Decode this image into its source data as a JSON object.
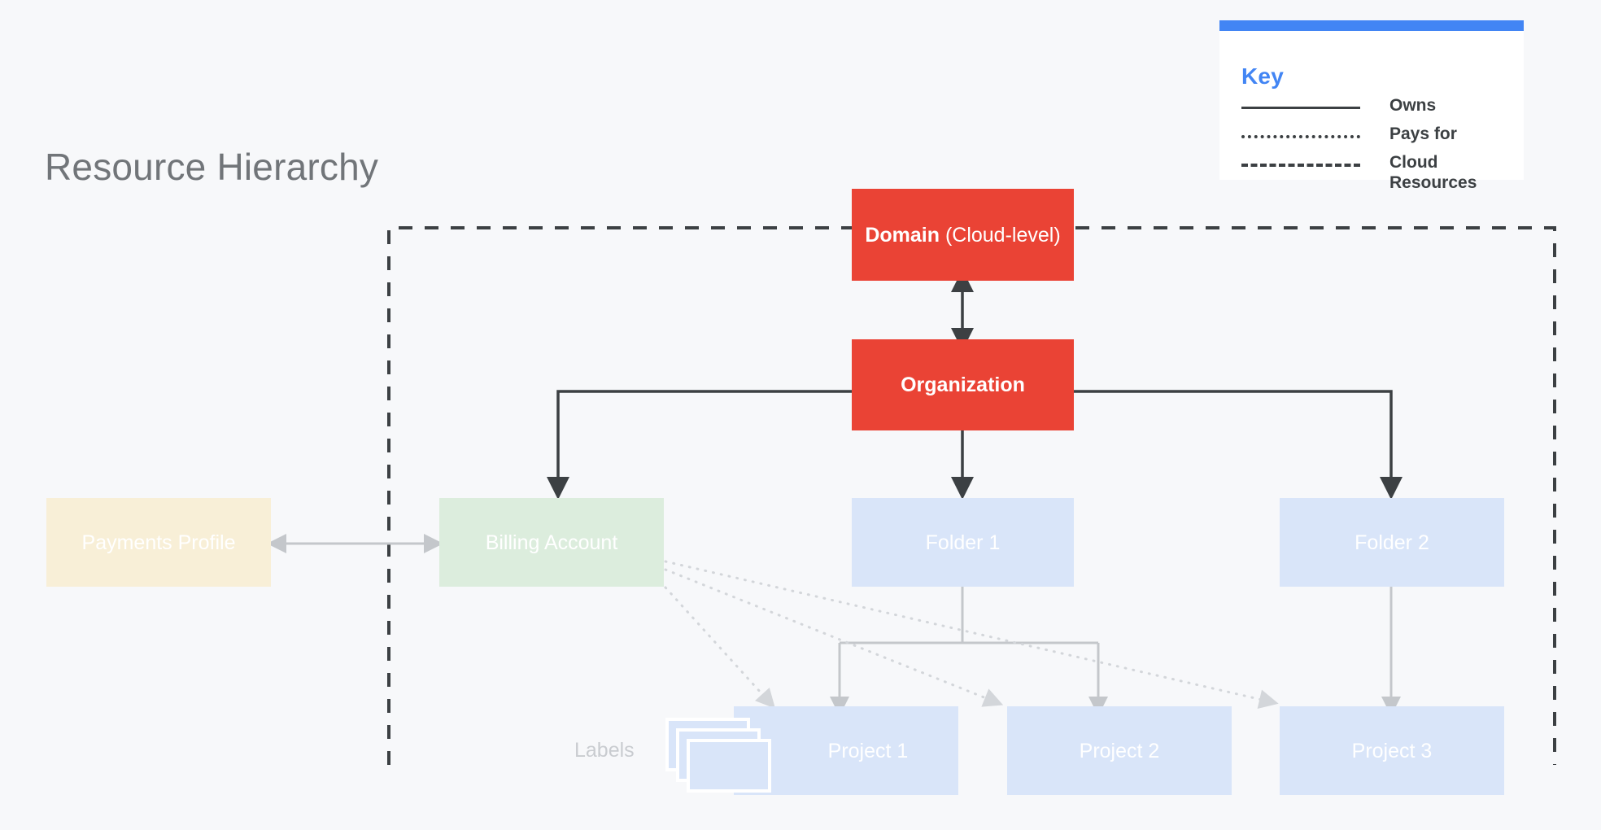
{
  "page": {
    "title": "Resource Hierarchy",
    "background_color": "#F7F8FA"
  },
  "legend": {
    "title": "Key",
    "accent_color": "#4285F4",
    "rows": [
      {
        "style": "solid",
        "label": "Owns"
      },
      {
        "style": "dotted",
        "label": "Pays for"
      },
      {
        "style": "dashed",
        "label": "Cloud Resources"
      }
    ]
  },
  "nodes": {
    "domain": {
      "strong": "Domain",
      "light": " (Cloud-level)",
      "color": "#EA4335"
    },
    "organization": {
      "label": "Organization",
      "color": "#EA4335"
    },
    "payments_profile": {
      "label": "Payments Profile",
      "color": "#F8EFD7"
    },
    "billing_account": {
      "label": "Billing Account",
      "color": "#DCEDDD"
    },
    "folder_1": {
      "label": "Folder 1",
      "color": "#D9E5F9"
    },
    "folder_2": {
      "label": "Folder 2",
      "color": "#D9E5F9"
    },
    "project_1": {
      "label": "Project 1",
      "color": "#D9E5F9"
    },
    "project_2": {
      "label": "Project 2",
      "color": "#D9E5F9"
    },
    "project_3": {
      "label": "Project 3",
      "color": "#D9E5F9"
    },
    "labels": {
      "label": "Labels",
      "color": "#C9CCD0"
    }
  },
  "boundary": {
    "name": "Cloud Resources",
    "style": "dashed",
    "color": "#3C4043"
  }
}
